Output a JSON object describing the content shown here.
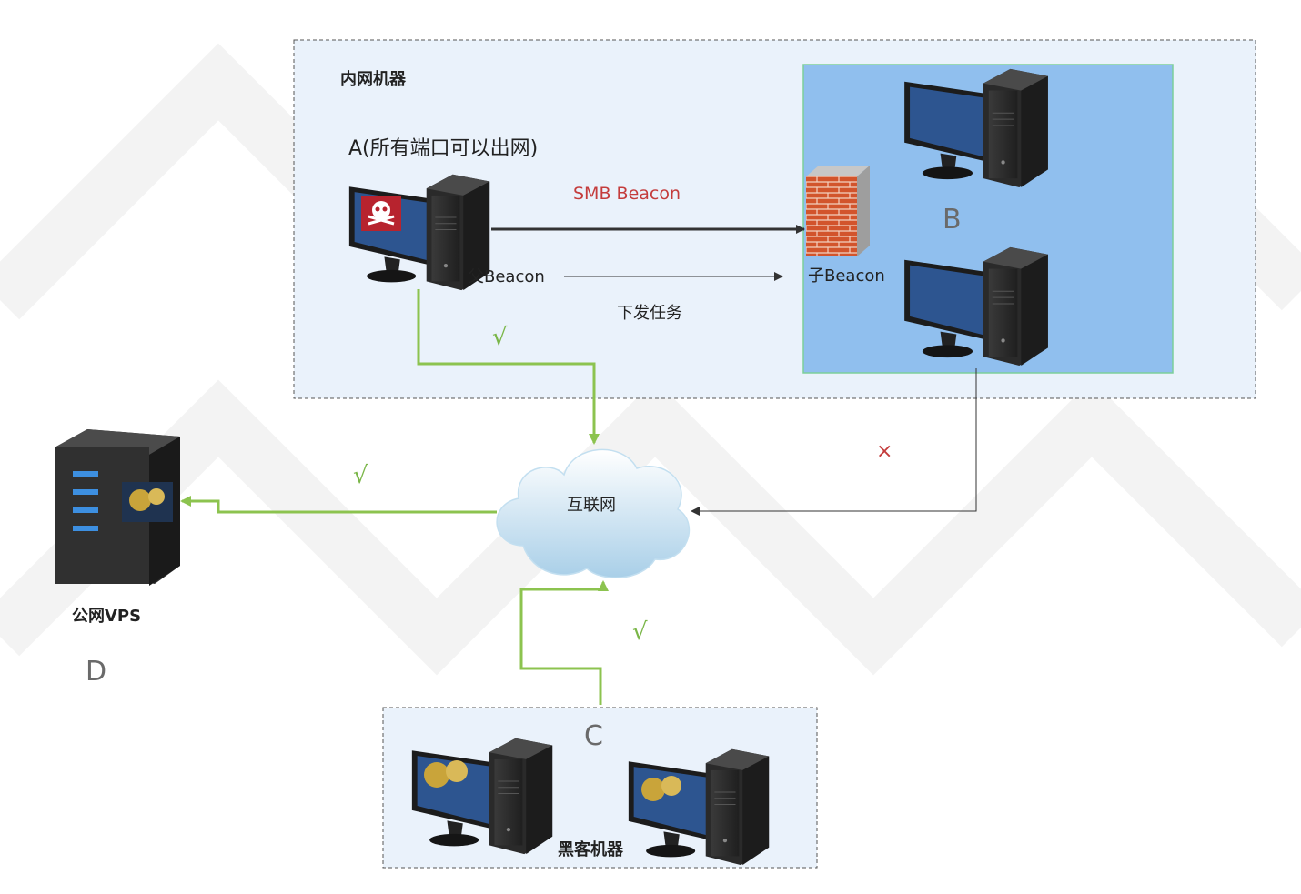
{
  "labels": {
    "intranet_title": "内网机器",
    "machine_a": "A(所有端口可以出网)",
    "smb_beacon": "SMB Beacon",
    "parent_beacon": "父Beacon",
    "child_beacon": "子Beacon",
    "dispatch_task": "下发任务",
    "machine_b": "B",
    "internet": "互联网",
    "public_vps": "公网VPS",
    "machine_d": "D",
    "machine_c": "C",
    "hacker_machines": "黑客机器",
    "check_a": "√",
    "check_vps": "√",
    "check_c": "√",
    "cross_b": "×"
  },
  "colors": {
    "green_link": "#8cc34f",
    "smb_text": "#c43c3c",
    "cross": "#c43c3c",
    "zone_fill": "#eaf2fb",
    "zone_b_fill": "#90bfee",
    "zone_b_border": "#7ccf9a"
  }
}
